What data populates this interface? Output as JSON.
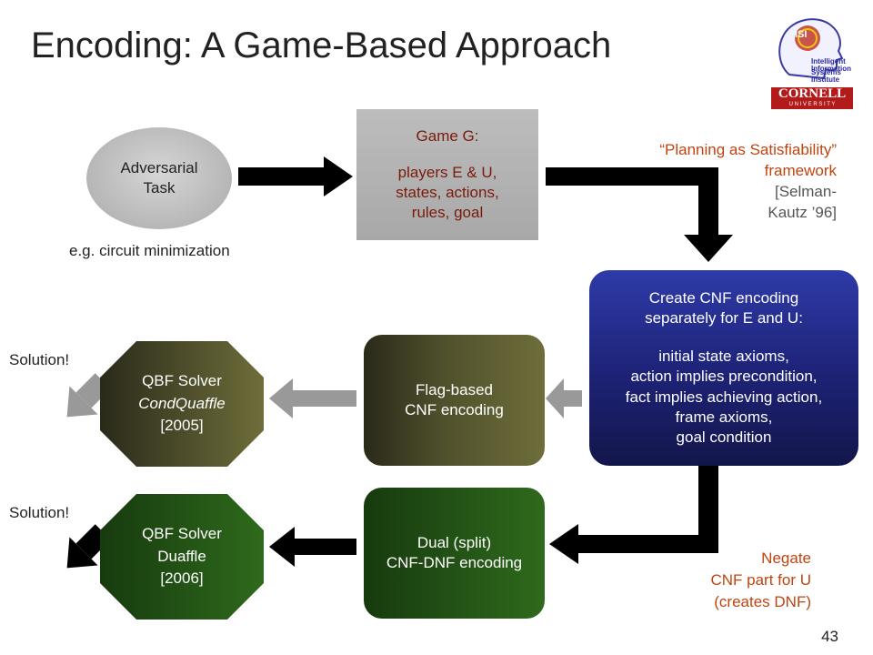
{
  "title": "Encoding: A Game-Based Approach",
  "adversarial": {
    "line1": "Adversarial",
    "line2": "Task"
  },
  "example": "e.g. circuit minimization",
  "game": {
    "line1": "Game G:",
    "line2": "players E & U,",
    "line3": "states, actions,",
    "line4": "rules, goal"
  },
  "planning": {
    "line1": "“Planning as Satisfiability”",
    "line2": "framework",
    "line3": "[Selman-",
    "line4": "Kautz ’96]"
  },
  "cnf": {
    "line1": "Create CNF encoding",
    "line2": "separately for E and U:",
    "line3": "initial state axioms,",
    "line4": "action implies precondition,",
    "line5": "fact implies achieving action,",
    "line6": "frame axioms,",
    "line7": "goal condition"
  },
  "flag": {
    "line1": "Flag-based",
    "line2": "CNF encoding"
  },
  "dual": {
    "line1": "Dual (split)",
    "line2": "CNF-DNF encoding"
  },
  "solver1": {
    "line1": "QBF Solver",
    "line2": "CondQuaffle",
    "line3": "[2005]"
  },
  "solver2": {
    "line1": "QBF Solver",
    "line2": "Duaffle",
    "line3": "[2006]"
  },
  "solution1": "Solution!",
  "solution2": "Solution!",
  "negate": {
    "line1": "Negate",
    "line2": "CNF part for U",
    "line3": "(creates DNF)"
  },
  "logo1": {
    "text1": "ISI",
    "text2": "Intelligent Information",
    "text3": "Systems Institute"
  },
  "logo2": {
    "text1": "CORNELL",
    "text2": "U N I V E R S I T Y"
  },
  "page_number": "43"
}
